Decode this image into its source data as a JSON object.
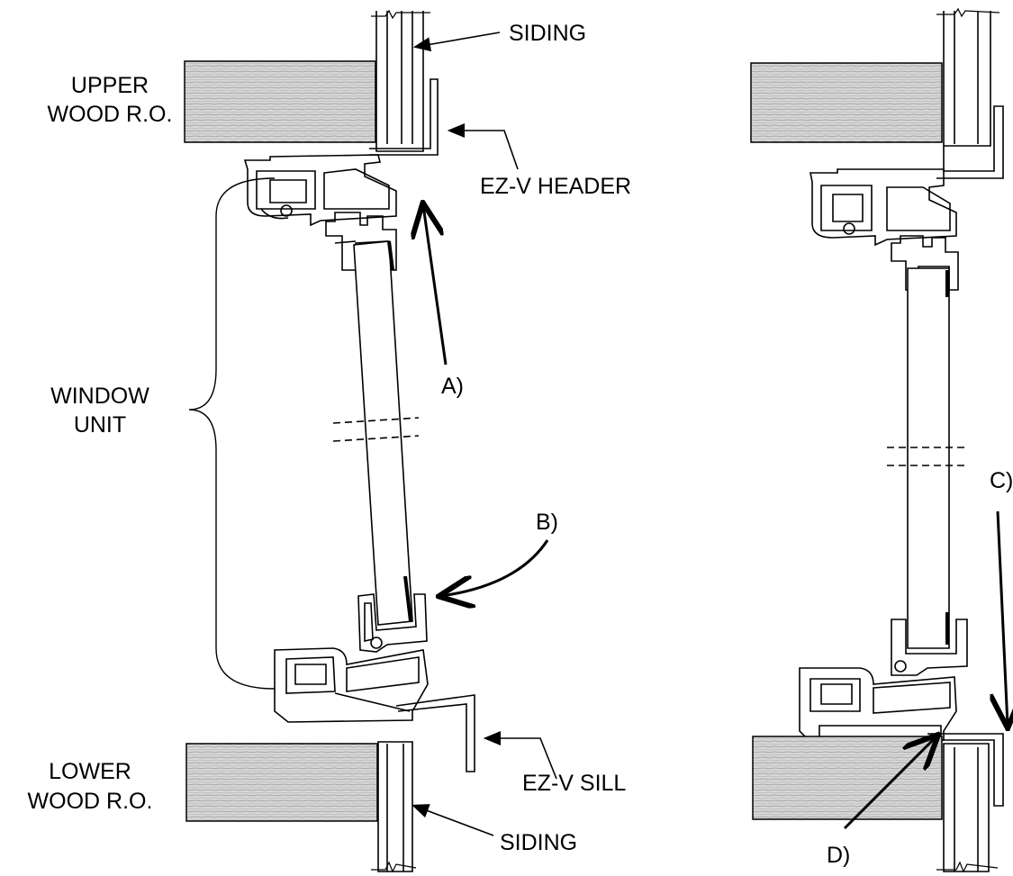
{
  "colors": {
    "ink": "#000000",
    "wood": "#c9c9c9",
    "glass": "#ffffff",
    "background": "#ffffff"
  },
  "labels": {
    "siding_top": "SIDING",
    "upper_ro_line1": "UPPER",
    "upper_ro_line2": "WOOD R.O.",
    "header": "EZ-V HEADER",
    "window_unit_line1": "WINDOW",
    "window_unit_line2": "UNIT",
    "callout_a": "A)",
    "callout_b": "B)",
    "callout_c": "C)",
    "callout_d": "D)",
    "lower_ro_line1": "LOWER",
    "lower_ro_line2": "WOOD R.O.",
    "sill": "EZ-V SILL",
    "siding_bottom": "SIDING"
  }
}
